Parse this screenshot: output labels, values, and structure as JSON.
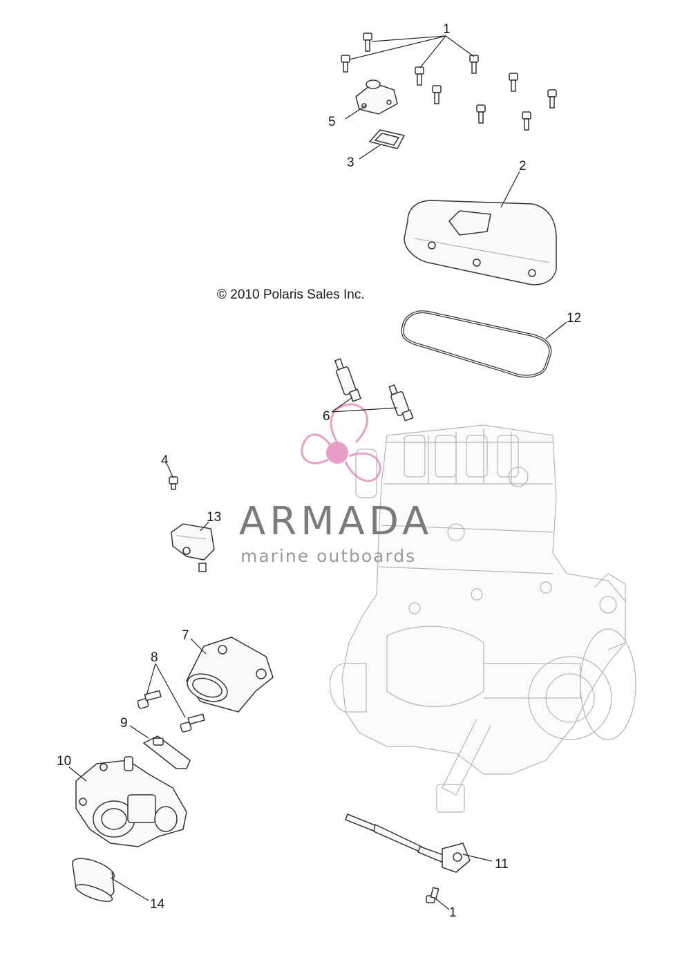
{
  "copyright": "© 2010 Polaris Sales Inc.",
  "watermark": {
    "title": "ARMADA",
    "subtitle": "marine outboards",
    "logo_color": "#e38fbf"
  },
  "callouts": {
    "c1_top": "1",
    "c2": "2",
    "c3": "3",
    "c4": "4",
    "c5": "5",
    "c6": "6",
    "c7": "7",
    "c8": "8",
    "c9": "9",
    "c10": "10",
    "c11": "11",
    "c12": "12",
    "c13": "13",
    "c14": "14",
    "c1_bottom": "1"
  }
}
